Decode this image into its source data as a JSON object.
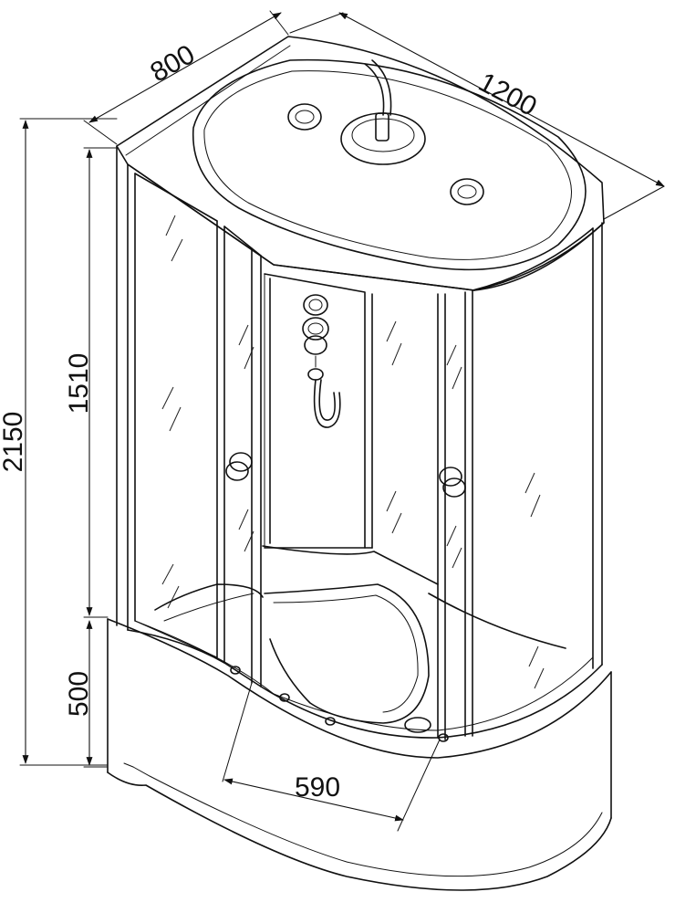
{
  "diagram": {
    "dimensions": {
      "depth": "800",
      "length": "1200",
      "total_height": "2150",
      "cabin_height": "1510",
      "tray_height": "500",
      "door_width": "590"
    },
    "colors": {
      "line": "#111111",
      "background": "#ffffff"
    }
  }
}
